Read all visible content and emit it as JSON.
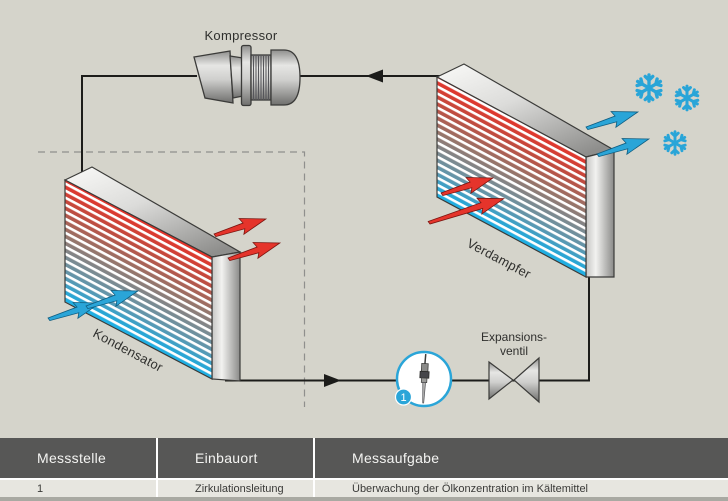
{
  "diagram": {
    "labels": {
      "kompressor": "Kompressor",
      "kondensator": "Kondensator",
      "verdampfer": "Verdampfer",
      "expansionsventil_line1": "Expansions-",
      "expansionsventil_line2": "ventil",
      "messstelle_badge": "1"
    },
    "icons": {
      "snowflake": "snowflake",
      "sensor": "oil-concentration-sensor-probe",
      "hot_arrows": "red warm-airflow arrows",
      "cold_arrows": "blue cold-airflow arrows"
    },
    "colors": {
      "background": "#d5d4cb",
      "pipe": "#1c1c1a",
      "hot_red": "#e5342b",
      "cold_blue": "#29a5d8",
      "dashed_boundary": "#8f8f8d"
    }
  },
  "table": {
    "headers": [
      "Messstelle",
      "Einbauort",
      "Messaufgabe"
    ],
    "rows": [
      [
        "1",
        "Zirkulationsleitung",
        "Überwachung der Ölkonzentration im Kältemittel"
      ]
    ],
    "colors": {
      "header_bg": "#575756",
      "header_text": "#f4f4f2",
      "row_bg": "#e7e6e0",
      "row_text": "#3a3a38"
    }
  }
}
